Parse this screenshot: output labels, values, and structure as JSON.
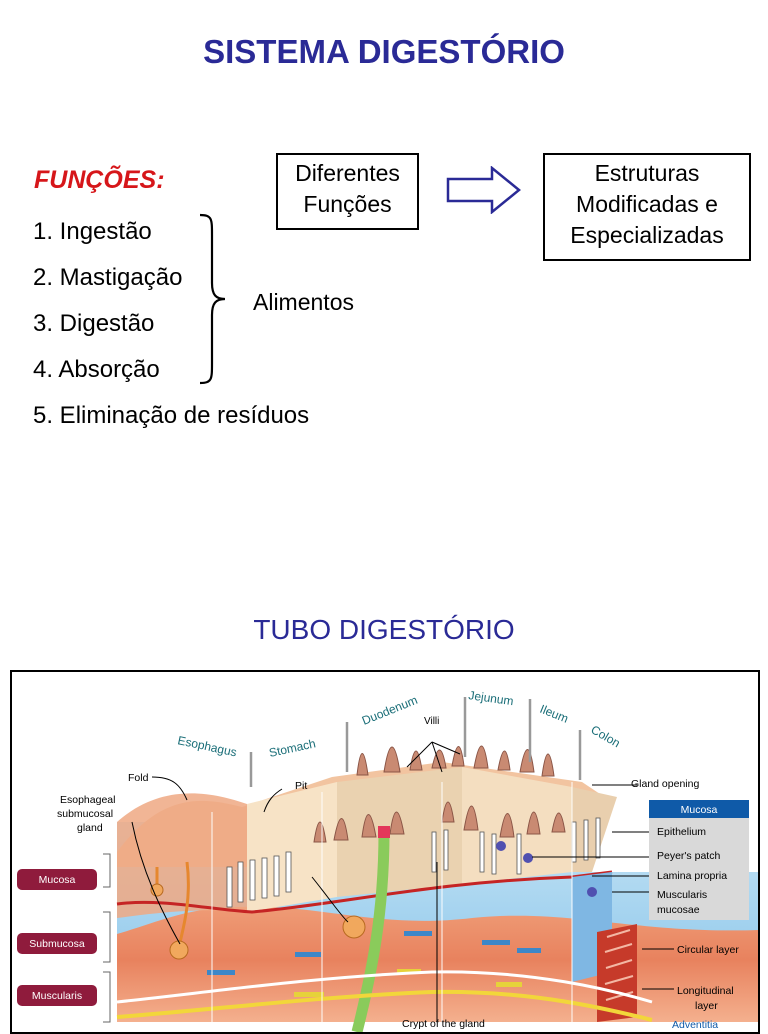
{
  "title": "SISTEMA DIGESTÓRIO",
  "functions": {
    "heading": "FUNÇÕES:",
    "items": [
      "1. Ingestão",
      "2. Mastigação",
      "3. Digestão",
      "4. Absorção",
      "5. Eliminação de resíduos"
    ],
    "group_label": "Alimentos"
  },
  "flow": {
    "box1_lines": [
      "Diferentes",
      "Funções"
    ],
    "box2_lines": [
      "Estruturas",
      "Modificadas e",
      "Especializadas"
    ]
  },
  "subtitle": "TUBO DIGESTÓRIO",
  "diagram": {
    "regions": [
      "Esophagus",
      "Stomach",
      "Duodenum",
      "Jejunum",
      "Ileum",
      "Colon"
    ],
    "callouts": [
      "Fold",
      "Pit",
      "Villi",
      "Gland opening"
    ],
    "esophageal_gland": [
      "Esophageal",
      "submucosal",
      "gland"
    ],
    "left_layers": [
      "Mucosa",
      "Submucosa",
      "Muscularis"
    ],
    "right_header": "Mucosa",
    "right_items": [
      "Epithelium",
      "Peyer's patch",
      "Lamina propria",
      "Muscularis",
      "mucosae"
    ],
    "right_lower": [
      "Circular layer",
      "Longitudinal",
      "layer",
      "Adventitia"
    ],
    "crypt": "Crypt of the gland",
    "colors": {
      "layer_badge": "#8f1b3c",
      "mucosa_header": "#0f5aa8",
      "panel_grey": "#d9d9d9",
      "region_teal": "#1a6e78"
    }
  }
}
